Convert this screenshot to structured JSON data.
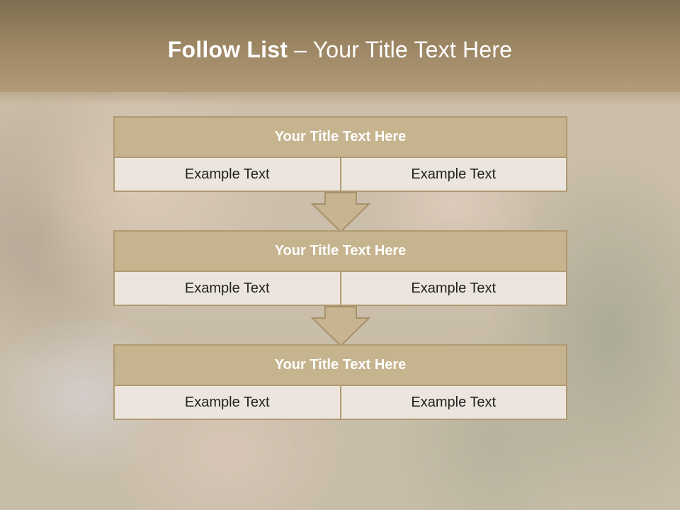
{
  "title": {
    "bold": "Follow List",
    "rest": " – Your Title Text Here"
  },
  "blocks": [
    {
      "title": "Your Title Text Here",
      "cells": [
        "Example Text",
        "Example Text"
      ]
    },
    {
      "title": "Your Title Text Here",
      "cells": [
        "Example Text",
        "Example Text"
      ]
    },
    {
      "title": "Your Title Text Here",
      "cells": [
        "Example Text",
        "Example Text"
      ]
    }
  ],
  "colors": {
    "accent": "#c6b48f",
    "border": "#b09a72",
    "cell": "#ebe5dd",
    "header": "#8f7a58"
  }
}
